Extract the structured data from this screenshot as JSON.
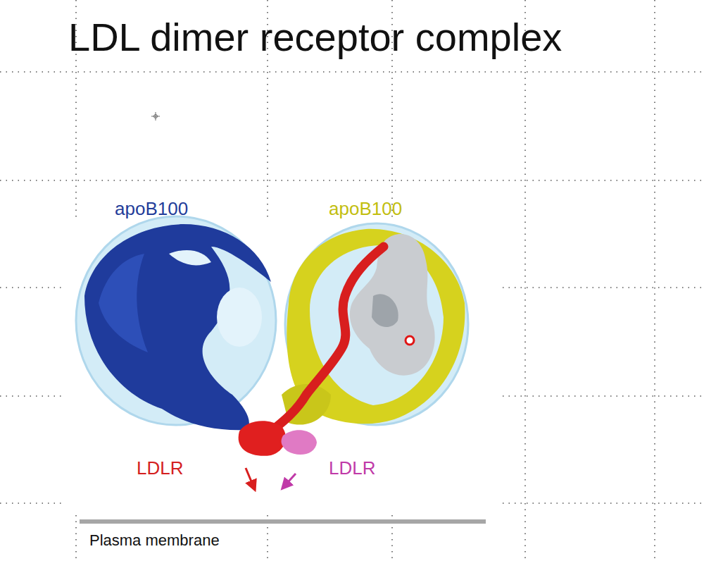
{
  "diagram": {
    "title": "LDL dimer receptor complex",
    "labels": [
      "apoB100",
      "apoB100",
      "LDLR",
      "LDLR",
      "Plasma membrane"
    ]
  }
}
